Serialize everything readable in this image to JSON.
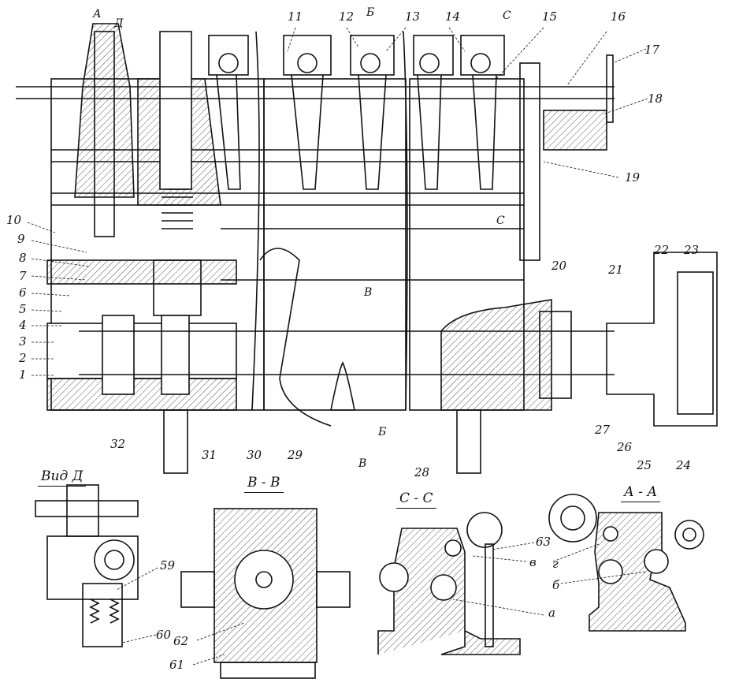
{
  "section_markers": {
    "a_top": "А",
    "d_top": "Д",
    "b_top": "Б",
    "c_top": "С",
    "c_mid": "С",
    "v_mid": "В",
    "b_bottom": "Б",
    "v_bottom": "В"
  },
  "callouts": {
    "n1": "1",
    "n2": "2",
    "n3": "3",
    "n4": "4",
    "n5": "5",
    "n6": "6",
    "n7": "7",
    "n8": "8",
    "n9": "9",
    "n10": "10",
    "n11": "11",
    "n12": "12",
    "n13": "13",
    "n14": "14",
    "n15": "15",
    "n16": "16",
    "n17": "17",
    "n18": "18",
    "n19": "19",
    "n20": "20",
    "n21": "21",
    "n22": "22",
    "n23": "23",
    "n24": "24",
    "n25": "25",
    "n26": "26",
    "n27": "27",
    "n28": "28",
    "n29": "29",
    "n30": "30",
    "n31": "31",
    "n32": "32",
    "n59": "59",
    "n60": "60",
    "n61": "61",
    "n62": "62",
    "n63": "63",
    "a": "а",
    "b": "б",
    "v": "в",
    "g": "г"
  },
  "view_titles": {
    "view_d": "Вид Д",
    "section_vv": "В - В",
    "section_cc": "С - С",
    "section_aa": "А - А"
  },
  "colors": {
    "ink": "#111111",
    "paper": "#ffffff"
  }
}
